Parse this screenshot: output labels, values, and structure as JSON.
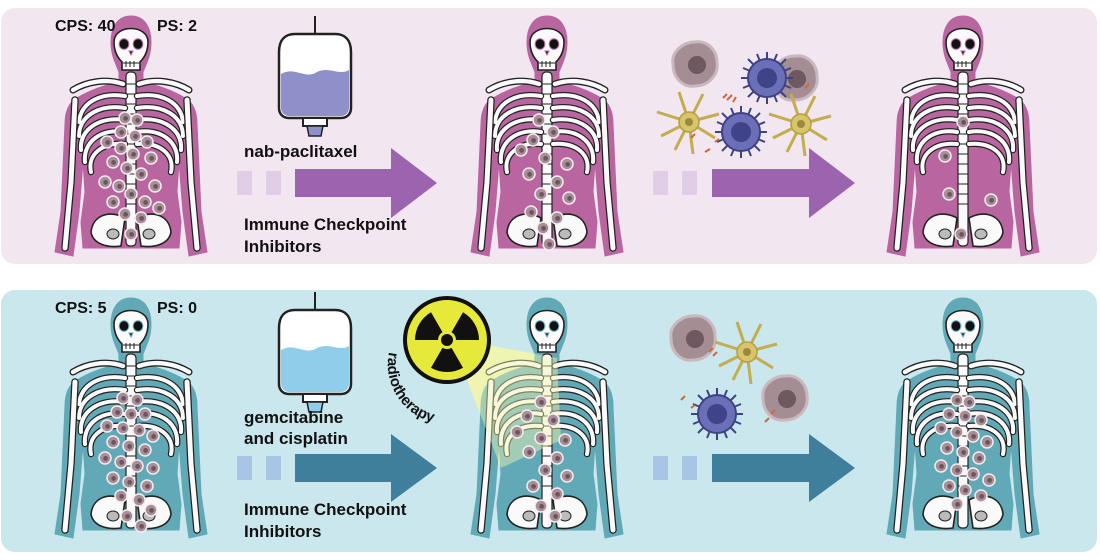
{
  "colors": {
    "top_bg": "#f2e6f1",
    "top_body": "#b9659f",
    "top_arrow": "#9c64ae",
    "top_stub": "#e1cde6",
    "top_fluid": "#8f8fc9",
    "bottom_bg": "#c9e7ec",
    "bottom_body": "#62a9b7",
    "bottom_arrow": "#407f9c",
    "bottom_stub": "#a7c6e6",
    "bottom_fluid": "#8fcdea",
    "metastasis": "#a88f97",
    "radiation_beam": "#f1f3a6",
    "t_cell": "#6a6fb8",
    "dendritic_cell": "#d8c46c"
  },
  "top": {
    "cps_label": "CPS: 40",
    "ps_label": "PS: 2",
    "drug_label": "nab-paclitaxel",
    "ici_line1": "Immune Checkpoint",
    "ici_line2": "Inhibitors"
  },
  "bottom": {
    "cps_label": "CPS:  5",
    "ps_label": "PS: 0",
    "drug_line1": "gemcitabine",
    "drug_line2": "and cisplatin",
    "radiotherapy_label": "radiotherapy",
    "ici_line1": "Immune Checkpoint",
    "ici_line2": "Inhibitors"
  },
  "icons": [
    "iv-bag-icon",
    "radiation-trefoil-icon",
    "tumor-cell-icon",
    "t-cell-icon",
    "dendritic-cell-icon",
    "skeleton-icon"
  ]
}
